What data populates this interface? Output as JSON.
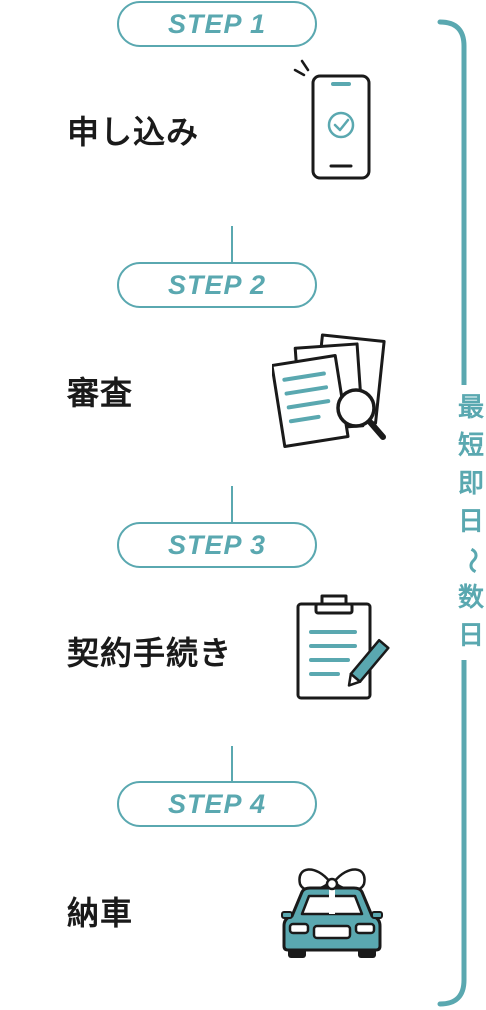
{
  "steps": [
    {
      "badge": "STEP 1",
      "label": "申し込み",
      "icon": "smartphone-check-icon"
    },
    {
      "badge": "STEP 2",
      "label": "審査",
      "icon": "documents-magnifier-icon"
    },
    {
      "badge": "STEP 3",
      "label": "契約手続き",
      "icon": "clipboard-pen-icon"
    },
    {
      "badge": "STEP 4",
      "label": "納車",
      "icon": "car-ribbon-icon"
    }
  ],
  "duration": {
    "chars": [
      "最",
      "短",
      "即",
      "日",
      "〜",
      "数",
      "日"
    ]
  },
  "colors": {
    "accent": "#5aa8b0",
    "text": "#1a1a1a"
  }
}
